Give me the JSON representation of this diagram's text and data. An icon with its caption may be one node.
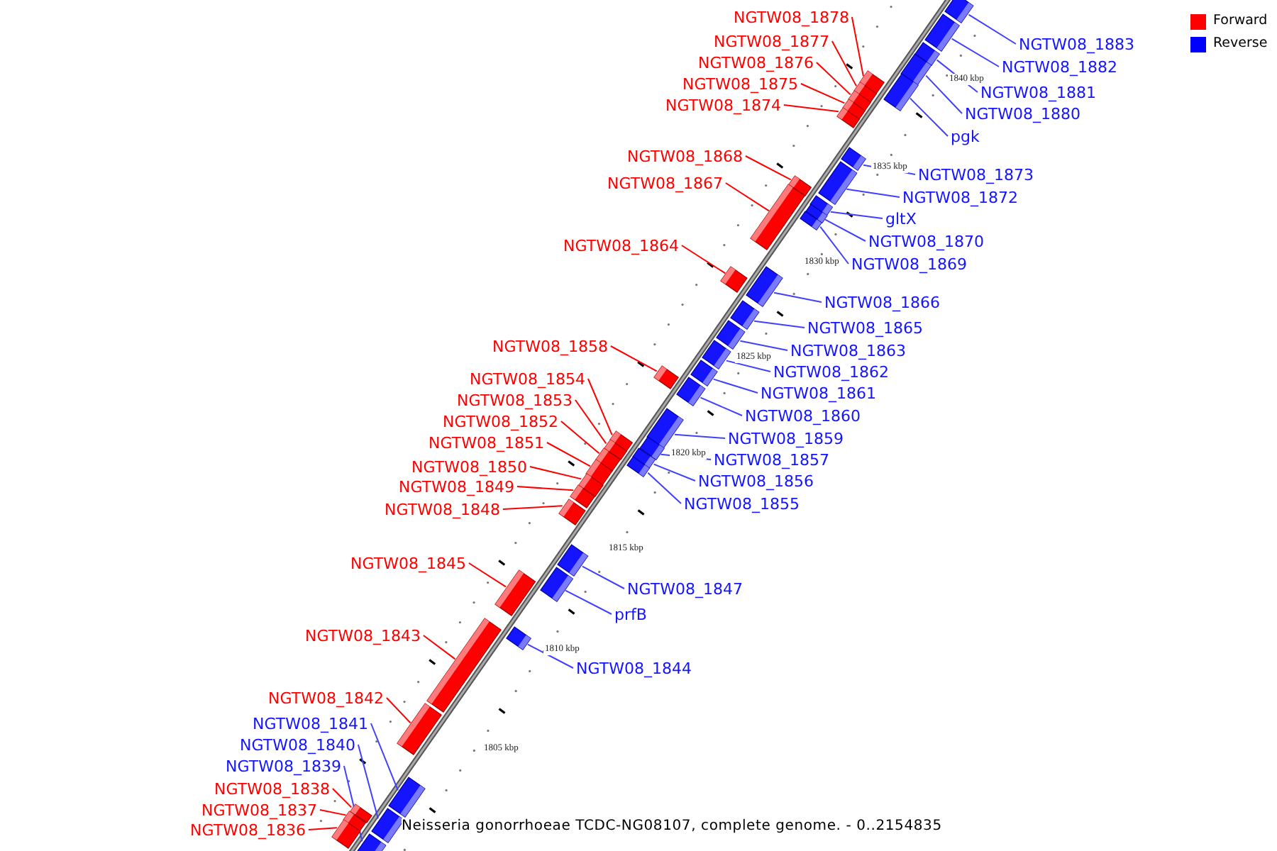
{
  "diagram": {
    "caption": "Neisseria gonorrhoeae TCDC-NG08107, complete genome. - 0..2154835",
    "nodes": [
      {
        "text": [
          "NGTW08_1878"
        ]
      },
      {
        "text": [],
        "shape": "box"
      },
      {
        "text": [
          "NGTW08_1877"
        ]
      },
      {
        "text": [],
        "shape": "box"
      },
      {
        "text": [
          "NGTW08_1876"
        ]
      },
      {
        "text": [],
        "shape": "box"
      },
      {
        "text": [
          "NGTW08_1875"
        ]
      },
      {
        "text": [],
        "shape": "box"
      },
      {
        "text": [
          "NGTW08_1874"
        ]
      },
      {
        "text": [],
        "shape": "box"
      },
      {
        "text": [
          "NGTW08_1868"
        ]
      },
      {
        "text": [],
        "shape": "box"
      },
      {
        "text": [
          "NGTW08_1867"
        ]
      },
      {
        "text": [],
        "shape": "box"
      },
      {
        "text": [
          "NGTW08_1864"
        ]
      },
      {
        "text": [],
        "shape": "box"
      },
      {
        "text": [
          "NGTW08_1858"
        ]
      },
      {
        "text": [],
        "shape": "box"
      },
      {
        "text": [
          "NGTW08_1854"
        ]
      },
      {
        "text": [],
        "shape": "box"
      },
      {
        "text": [
          "NGTW08_1853"
        ]
      },
      {
        "text": [],
        "shape": "box"
      },
      {
        "text": [
          "NGTW08_1852"
        ]
      },
      {
        "text": [],
        "shape": "box"
      },
      {
        "text": [
          "NGTW08_1851"
        ]
      },
      {
        "text": [],
        "shape": "box"
      },
      {
        "text": [
          "NGTW08_1850"
        ]
      },
      {
        "text": [],
        "shape": "box"
      },
      {
        "text": [
          "NGTW08_1849"
        ]
      },
      {
        "text": [],
        "shape": "box"
      },
      {
        "text": [
          "NGTW08_1848"
        ]
      },
      {
        "text": [],
        "shape": "box"
      },
      {
        "text": [
          "NGTW08_1845"
        ]
      },
      {
        "text": [],
        "shape": "box"
      },
      {
        "text": [
          "NGTW08_1843"
        ]
      },
      {
        "text": [],
        "shape": "box"
      },
      {
        "text": [
          "NGTW08_1842"
        ]
      },
      {
        "text": [],
        "shape": "box"
      },
      {
        "text": [
          "NGTW08_1838"
        ]
      },
      {
        "text": [],
        "shape": "box"
      },
      {
        "text": [
          "NGTW08_1837"
        ]
      },
      {
        "text": [],
        "shape": "box"
      },
      {
        "text": [
          "NGTW08_1836"
        ]
      },
      {
        "text": [],
        "shape": "box"
      },
      {
        "text": [
          "NGTW08_1883"
        ]
      },
      {
        "text": [],
        "shape": "box"
      },
      {
        "text": [
          "NGTW08_1882"
        ]
      },
      {
        "text": [],
        "shape": "box"
      },
      {
        "text": [
          "NGTW08_1881"
        ]
      },
      {
        "text": [],
        "shape": "box"
      },
      {
        "text": [
          "NGTW08_1880"
        ]
      },
      {
        "text": [],
        "shape": "box"
      },
      {
        "text": [
          "pgk"
        ]
      },
      {
        "text": [],
        "shape": "box"
      },
      {
        "text": [
          "NGTW08_1873"
        ]
      },
      {
        "text": [],
        "shape": "box"
      },
      {
        "text": [
          "NGTW08_1872"
        ]
      },
      {
        "text": [],
        "shape": "box"
      },
      {
        "text": [
          "gltX"
        ]
      },
      {
        "text": [],
        "shape": "box"
      },
      {
        "text": [
          "NGTW08_1870"
        ]
      },
      {
        "text": [],
        "shape": "box"
      },
      {
        "text": [
          "NGTW08_1869"
        ]
      },
      {
        "text": [],
        "shape": "box"
      },
      {
        "text": [
          "NGTW08_1866"
        ]
      },
      {
        "text": [],
        "shape": "box"
      },
      {
        "text": [
          "NGTW08_1865"
        ]
      },
      {
        "text": [],
        "shape": "box"
      },
      {
        "text": [
          "NGTW08_1863"
        ]
      },
      {
        "text": [],
        "shape": "box"
      },
      {
        "text": [
          "NGTW08_1862"
        ]
      },
      {
        "text": [],
        "shape": "box"
      },
      {
        "text": [
          "NGTW08_1861"
        ]
      },
      {
        "text": [],
        "shape": "box"
      },
      {
        "text": [
          "NGTW08_1860"
        ]
      },
      {
        "text": [],
        "shape": "box"
      },
      {
        "text": [
          "NGTW08_1859"
        ]
      },
      {
        "text": [],
        "shape": "box"
      },
      {
        "text": [
          "NGTW08_1857"
        ]
      },
      {
        "text": [],
        "shape": "box"
      },
      {
        "text": [
          "NGTW08_1856"
        ]
      },
      {
        "text": [],
        "shape": "box"
      },
      {
        "text": [
          "NGTW08_1855"
        ]
      },
      {
        "text": [],
        "shape": "box"
      },
      {
        "text": [
          "NGTW08_1847"
        ]
      },
      {
        "text": [],
        "shape": "box"
      },
      {
        "text": [
          "prfB"
        ]
      },
      {
        "text": [],
        "shape": "box"
      },
      {
        "text": [
          "NGTW08_1844"
        ]
      },
      {
        "text": [],
        "shape": "box"
      },
      {
        "text": [
          "NGTW08_1841"
        ]
      },
      {
        "text": [],
        "shape": "box"
      },
      {
        "text": [
          "NGTW08_1840"
        ]
      },
      {
        "text": [],
        "shape": "box"
      },
      {
        "text": [
          "NGTW08_1839"
        ]
      },
      {
        "text": [],
        "shape": "box"
      }
    ],
    "edges": [
      {
        "from": 0,
        "to": 1,
        "arrow": "none",
        "color": "#ff0000"
      },
      {
        "from": 2,
        "to": 3,
        "arrow": "none",
        "color": "#ff0000"
      },
      {
        "from": 4,
        "to": 5,
        "arrow": "none",
        "color": "#ff0000"
      },
      {
        "from": 6,
        "to": 7,
        "arrow": "none",
        "color": "#ff0000"
      },
      {
        "from": 8,
        "to": 9,
        "arrow": "none",
        "color": "#ff0000"
      },
      {
        "from": 10,
        "to": 11,
        "arrow": "none",
        "color": "#ff0000"
      },
      {
        "from": 12,
        "to": 13,
        "arrow": "none",
        "color": "#ff0000"
      },
      {
        "from": 14,
        "to": 15,
        "arrow": "none",
        "color": "#ff0000"
      },
      {
        "from": 16,
        "to": 17,
        "arrow": "none",
        "color": "#ff0000"
      },
      {
        "from": 18,
        "to": 19,
        "arrow": "none",
        "color": "#ff0000"
      },
      {
        "from": 20,
        "to": 21,
        "arrow": "none",
        "color": "#ff0000"
      },
      {
        "from": 22,
        "to": 23,
        "arrow": "none",
        "color": "#ff0000"
      },
      {
        "from": 24,
        "to": 25,
        "arrow": "none",
        "color": "#ff0000"
      },
      {
        "from": 26,
        "to": 27,
        "arrow": "none",
        "color": "#ff0000"
      },
      {
        "from": 28,
        "to": 29,
        "arrow": "none",
        "color": "#ff0000"
      },
      {
        "from": 30,
        "to": 31,
        "arrow": "none",
        "color": "#ff0000"
      },
      {
        "from": 32,
        "to": 33,
        "arrow": "none",
        "color": "#ff0000"
      },
      {
        "from": 34,
        "to": 35,
        "arrow": "none",
        "color": "#ff0000"
      },
      {
        "from": 36,
        "to": 37,
        "arrow": "none",
        "color": "#ff0000"
      },
      {
        "from": 38,
        "to": 39,
        "arrow": "none",
        "color": "#ff0000"
      },
      {
        "from": 40,
        "to": 41,
        "arrow": "none",
        "color": "#ff0000"
      },
      {
        "from": 42,
        "to": 43,
        "arrow": "none",
        "color": "#ff0000"
      },
      {
        "from": 44,
        "to": 45,
        "arrow": "none"
      },
      {
        "from": 46,
        "to": 47,
        "arrow": "none"
      },
      {
        "from": 48,
        "to": 49,
        "arrow": "none"
      },
      {
        "from": 50,
        "to": 51,
        "arrow": "none"
      },
      {
        "from": 52,
        "to": 53,
        "arrow": "none"
      },
      {
        "from": 54,
        "to": 55,
        "arrow": "none"
      },
      {
        "from": 56,
        "to": 57,
        "arrow": "none"
      },
      {
        "from": 58,
        "to": 59,
        "arrow": "none"
      },
      {
        "from": 60,
        "to": 61,
        "arrow": "none"
      },
      {
        "from": 62,
        "to": 63,
        "arrow": "none"
      },
      {
        "from": 64,
        "to": 65,
        "arrow": "none"
      },
      {
        "from": 66,
        "to": 67,
        "arrow": "none"
      },
      {
        "from": 68,
        "to": 69,
        "arrow": "none"
      },
      {
        "from": 70,
        "to": 71,
        "arrow": "none"
      },
      {
        "from": 72,
        "to": 73,
        "arrow": "none"
      },
      {
        "from": 74,
        "to": 75,
        "arrow": "none"
      },
      {
        "from": 76,
        "to": 77,
        "arrow": "none"
      },
      {
        "from": 78,
        "to": 79,
        "arrow": "none"
      },
      {
        "from": 80,
        "to": 81,
        "arrow": "none"
      },
      {
        "from": 82,
        "to": 83,
        "arrow": "none"
      },
      {
        "from": 84,
        "to": 85,
        "arrow": "none"
      },
      {
        "from": 86,
        "to": 87,
        "arrow": "none"
      },
      {
        "from": 88,
        "to": 89,
        "arrow": "none"
      },
      {
        "from": 90,
        "to": 91,
        "arrow": "none"
      },
      {
        "from": 92,
        "to": 93,
        "arrow": "none"
      },
      {
        "from": 94,
        "to": 95,
        "arrow": "none"
      }
    ],
    "labels": [
      "1840 kbp",
      "1835 kbp",
      "1830 kbp",
      "1825 kbp",
      "1820 kbp",
      "1815 kbp",
      "1810 kbp",
      "1805 kbp"
    ],
    "legend": [
      {
        "text": "Forward",
        "color": "#ff0000"
      },
      {
        "text": "Reverse",
        "color": "#0000ff"
      }
    ]
  }
}
